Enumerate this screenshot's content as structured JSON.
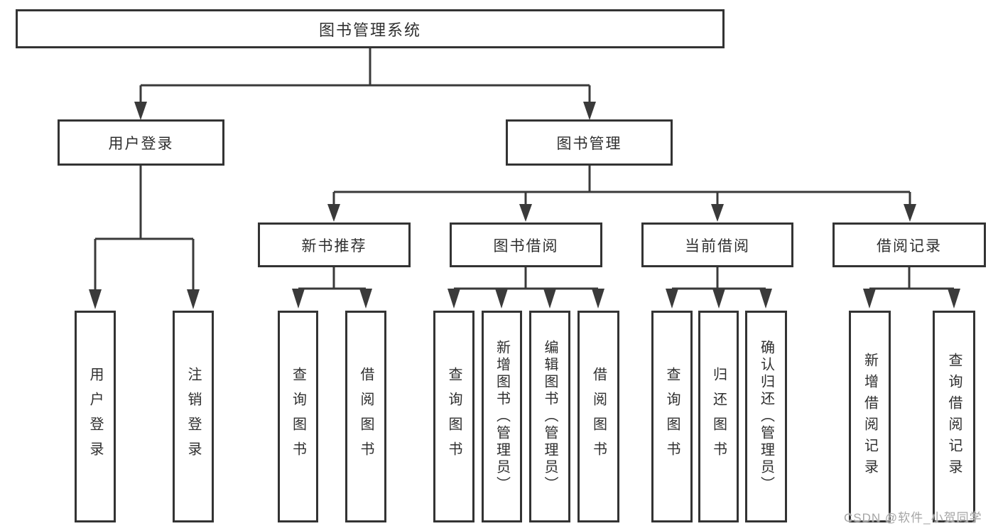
{
  "diagram": {
    "title_note": "library management system functional structure chart",
    "colors": {
      "line": "#3a3a3a",
      "border": "#333333",
      "text": "#2f2f2f",
      "background": "#ffffff",
      "watermark": "#9b9b9b"
    },
    "root": {
      "label": "图书管理系统"
    },
    "level2": {
      "user_login": {
        "label": "用户登录"
      },
      "book_mgmt": {
        "label": "图书管理"
      }
    },
    "level3": {
      "new_book_rec": {
        "label": "新书推荐"
      },
      "book_borrow": {
        "label": "图书借阅"
      },
      "current_borrow": {
        "label": "当前借阅"
      },
      "borrow_record": {
        "label": "借阅记录"
      }
    },
    "leaves": {
      "login_user_login": {
        "label": "用户登录",
        "parent": "用户登录"
      },
      "login_logout": {
        "label": "注销登录",
        "parent": "用户登录"
      },
      "rec_query_book": {
        "label": "查询图书",
        "parent": "新书推荐"
      },
      "rec_borrow_book": {
        "label": "借阅图书",
        "parent": "新书推荐"
      },
      "bor_query_book": {
        "label": "查询图书",
        "parent": "图书借阅"
      },
      "bor_add_book": {
        "label": "新增图书（管理员）",
        "parent": "图书借阅"
      },
      "bor_edit_book": {
        "label": "编辑图书（管理员）",
        "parent": "图书借阅"
      },
      "bor_borrow_book": {
        "label": "借阅图书",
        "parent": "图书借阅"
      },
      "cur_query_book": {
        "label": "查询图书",
        "parent": "当前借阅"
      },
      "cur_return_book": {
        "label": "归还图书",
        "parent": "当前借阅"
      },
      "cur_confirm_return": {
        "label": "确认归还（管理员）",
        "parent": "当前借阅"
      },
      "his_add_record": {
        "label": "新增借阅记录",
        "parent": "借阅记录"
      },
      "his_query_record": {
        "label": "查询借阅记录",
        "parent": "借阅记录"
      }
    }
  },
  "watermark": {
    "text": "CSDN @软件_小贺同学"
  }
}
